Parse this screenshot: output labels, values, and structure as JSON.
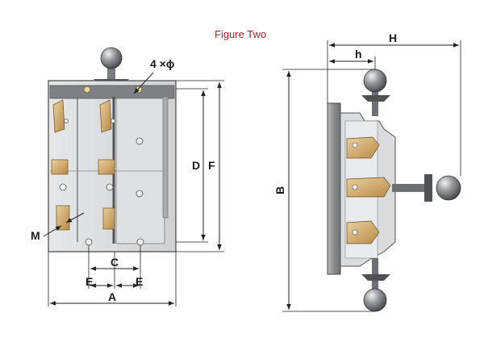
{
  "figure": {
    "caption": "Figure Two",
    "front_view": {
      "labels": {
        "hole_note": "4 ×ϕ",
        "d": "D",
        "f": "F",
        "m": "M",
        "c": "C",
        "e_left": "E",
        "e_right": "E",
        "a": "A"
      }
    },
    "side_view": {
      "labels": {
        "h_upper": "H",
        "h_lower": "h",
        "b": "B"
      }
    },
    "colors": {
      "caption": "#b0202a",
      "base_plate": "#8a8c8e",
      "housing": "#d7d9db",
      "copper": "#c8a165",
      "handle": "#6a6c6f"
    }
  }
}
